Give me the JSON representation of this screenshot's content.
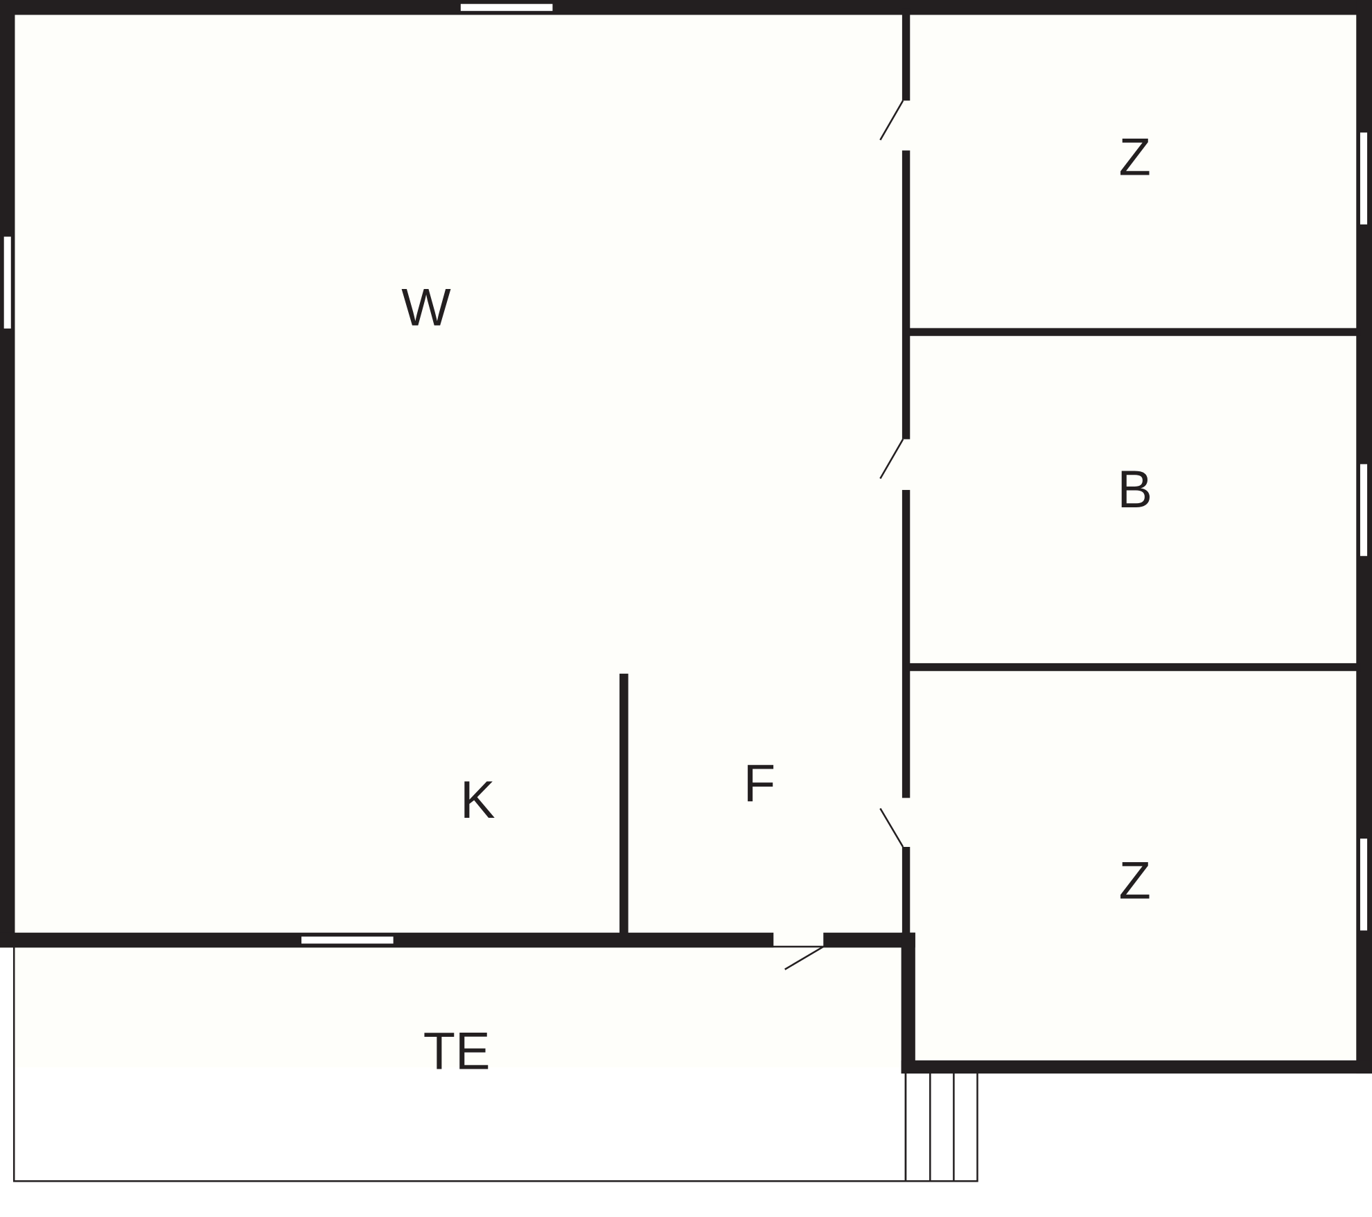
{
  "plan": {
    "rooms": [
      {
        "id": "living",
        "label": "W"
      },
      {
        "id": "bedroom-top",
        "label": "Z"
      },
      {
        "id": "bathroom",
        "label": "B"
      },
      {
        "id": "kitchen",
        "label": "K"
      },
      {
        "id": "hallway",
        "label": "F"
      },
      {
        "id": "bedroom-bottom",
        "label": "Z"
      },
      {
        "id": "terrace",
        "label": "TE"
      }
    ],
    "colors": {
      "wall": "#231f20",
      "floor": "#fefefa"
    }
  }
}
